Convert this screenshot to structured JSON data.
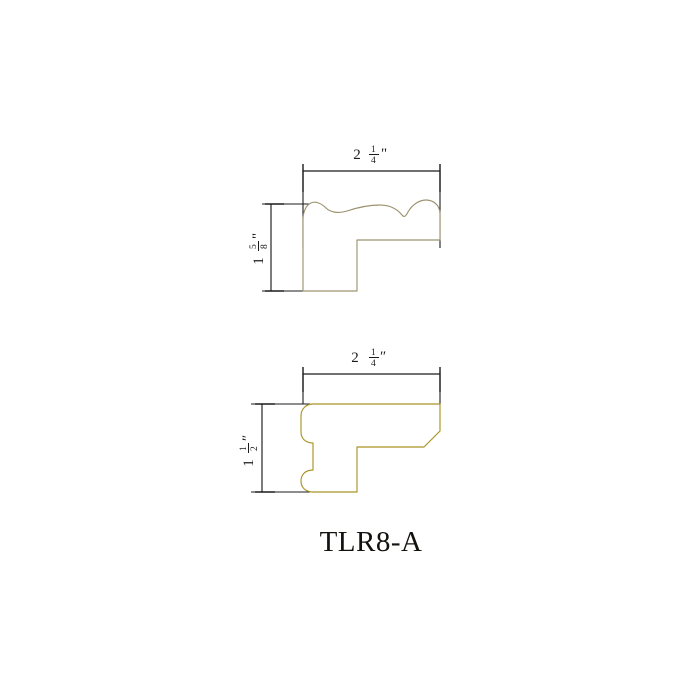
{
  "drawing": {
    "title": "TLR8-A",
    "background_color": "#ffffff",
    "profile_stroke_top": "#9c9470",
    "profile_stroke_bottom": "#ab9325",
    "dimension_stroke": "#1b1b1b",
    "text_color": "#1b1b1b"
  },
  "views": {
    "top": {
      "name": "upper-ogee-profile",
      "width_dimension": {
        "whole": "2",
        "numerator": "1",
        "denominator": "4",
        "unit": "\"",
        "full_label": "2 1/4\""
      },
      "height_dimension": {
        "whole": "1",
        "numerator": "5",
        "denominator": "8",
        "unit": "\"",
        "full_label": "1 5/8\""
      }
    },
    "bottom": {
      "name": "lower-beaded-profile",
      "width_dimension": {
        "whole": "2",
        "numerator": "1",
        "denominator": "4",
        "unit": "″",
        "full_label": "2 1/4″"
      },
      "height_dimension": {
        "whole": "1",
        "numerator": "1",
        "denominator": "2",
        "unit": "″",
        "full_label": "1 1/2″"
      }
    }
  }
}
